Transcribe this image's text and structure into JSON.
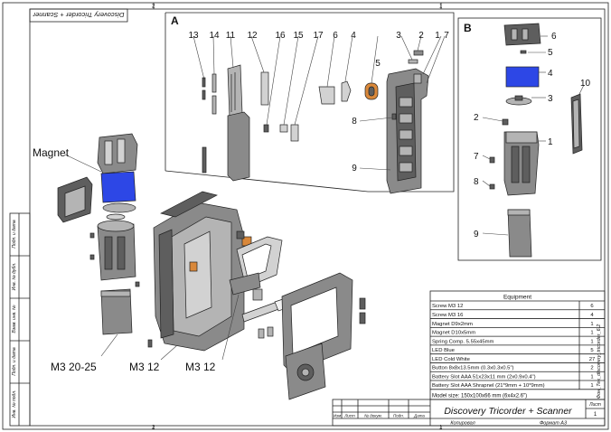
{
  "sheet": {
    "title_rotated": "Discovery Tricorder + Scanner",
    "drawing_title": "Discovery Tricorder + Scanner",
    "sheet_label": "Лист",
    "sheet_number": "1",
    "copied_label": "Копировал",
    "format_label": "Формат A3",
    "side_code": "Фон_Тек_discovery_tricorder_6.2",
    "stamp_cols": [
      "Изм",
      "Лист",
      "№ докум.",
      "Подп.",
      "Дата"
    ],
    "side_labels": [
      "Инв. № подл.",
      "Подп. и дата",
      "Взам. инв. №",
      "Инв. № дубл.",
      "Подп. и дата"
    ],
    "zone_numbers": {
      "top": [
        "2",
        "1"
      ],
      "bottom": [
        "2",
        "1"
      ]
    }
  },
  "callouts": {
    "magnet": "Magnet",
    "m3_20_25": "M3 20-25",
    "m3_12_a": "M3 12",
    "m3_12_b": "M3 12"
  },
  "panel_a": {
    "letter": "A",
    "numbers": [
      "13",
      "14",
      "11",
      "12",
      "16",
      "15",
      "17",
      "6",
      "4",
      "3",
      "2",
      "1",
      "7",
      "5",
      "8",
      "9"
    ]
  },
  "panel_b": {
    "letter": "B",
    "numbers": [
      "6",
      "5",
      "4",
      "3",
      "2",
      "1",
      "7",
      "8",
      "9",
      "10"
    ]
  },
  "equipment": {
    "header": "Equipment",
    "rows": [
      {
        "name": "Screw M3 12",
        "qty": "6"
      },
      {
        "name": "Screw M3 16",
        "qty": "4"
      },
      {
        "name": "Magnet D9x2mm",
        "qty": "1"
      },
      {
        "name": "Magnet D10x5mm",
        "qty": "1"
      },
      {
        "name": "Spring Comp. 5.55x45mm",
        "qty": "1"
      },
      {
        "name": "LED Blue",
        "qty": "5"
      },
      {
        "name": "LED Cold White",
        "qty": "27"
      },
      {
        "name": "Button 8x8x13.5mm (0.3x0.3x0.5\")",
        "qty": "2"
      },
      {
        "name": "Battery Slot AAA  51x23x11 mm (2x0.9x0.4\")",
        "qty": "1"
      },
      {
        "name": "Battery Slot AAA Shrapnel (21*9mm + 10*9mm)",
        "qty": "1"
      }
    ],
    "model_size": "Model size: 150x100x66 mm (6x4x2.6\")"
  }
}
